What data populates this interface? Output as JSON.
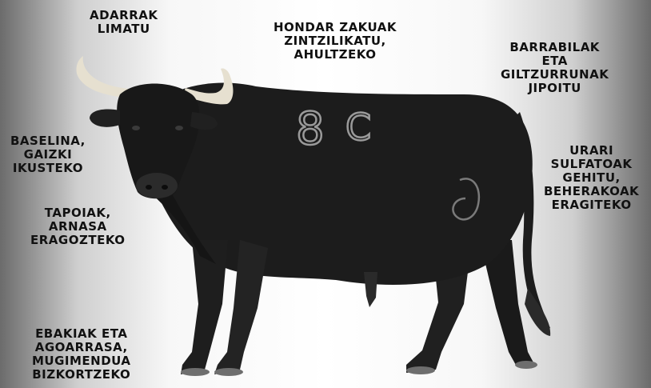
{
  "labels": {
    "horns": [
      "ADARRAK",
      "LIMATU"
    ],
    "spine": [
      "HONDAR ZAKUAK",
      "ZINTZILIKATU,",
      "AHULTZEKO"
    ],
    "testicles": [
      "BARRABILAK",
      "ETA",
      "GILTZURRUNAK",
      "JIPOITU"
    ],
    "eyes": [
      "BASELINA,",
      "GAIZKI",
      "IKUSTEKO"
    ],
    "water": [
      "URARI",
      "SULFATOAK",
      "GEHITU,",
      "BEHERAKOAK",
      "ERAGITEKO"
    ],
    "nose": [
      "TAPOIAK,",
      "ARNASA",
      "ERAGOZTEKO"
    ],
    "legs": [
      "EBAKIAK ETA",
      "AGOARRASA,",
      "MUGIMENDUA",
      "BIZKORTZEKO"
    ]
  },
  "bull_marks": [
    "8",
    "C"
  ],
  "colors": {
    "bull": "#1c1c1c",
    "horn": "#e6e0d0",
    "text": "#111111"
  }
}
